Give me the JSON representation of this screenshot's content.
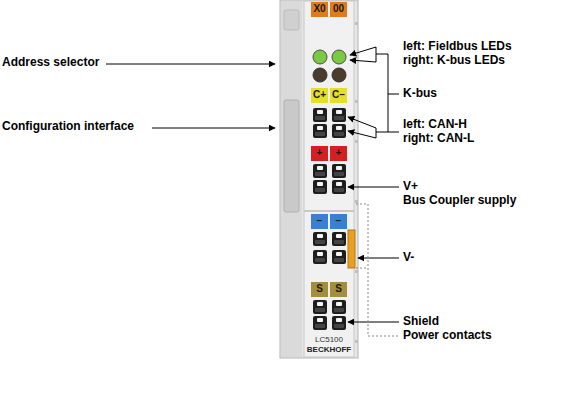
{
  "diagram": {
    "labels": [
      "Address selector",
      "Configuration interface",
      "left: Fieldbus LEDs",
      "right: K-bus LEDs",
      "K-bus",
      "left: CAN-H",
      "right: CAN-L",
      "V+",
      "Bus Coupler supply",
      "V-",
      "Shield",
      "Power contacts",
      "X0",
      "00",
      "C+",
      "C–",
      "+",
      "+",
      "−",
      "−",
      "S",
      "S",
      "LC5100",
      "BECKHOFF"
    ]
  }
}
